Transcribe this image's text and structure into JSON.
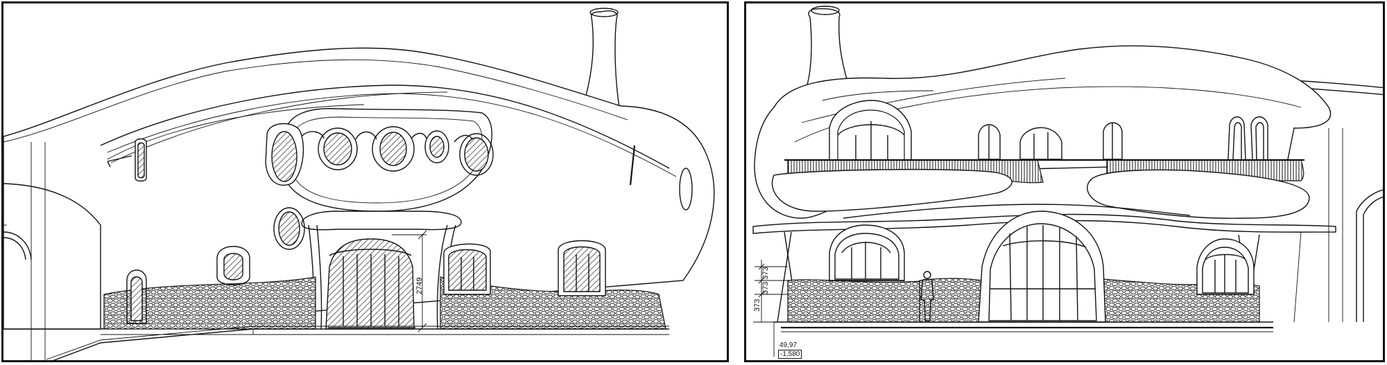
{
  "drawing": {
    "left_elevation": {
      "dimension_label": "2749"
    },
    "right_elevation": {
      "dimension_upper": "373",
      "dimension_lower": "373 373",
      "level_value": "49,97",
      "level_boxed": "-1,580"
    }
  }
}
